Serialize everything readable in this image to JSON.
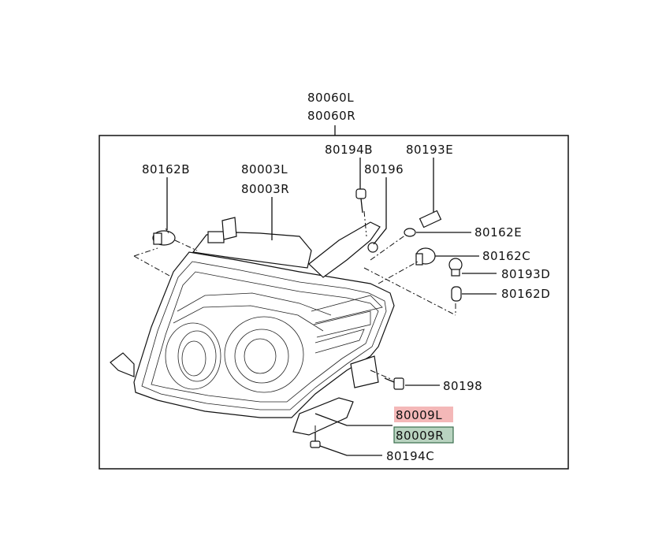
{
  "diagram": {
    "labels": {
      "top_l": "80060L",
      "top_r": "80060R",
      "p80162B": "80162B",
      "p80003L": "80003L",
      "p80003R": "80003R",
      "p80194B": "80194B",
      "p80196": "80196",
      "p80193E": "80193E",
      "p80162E": "80162E",
      "p80162C": "80162C",
      "p80193D": "80193D",
      "p80162D": "80162D",
      "p80198": "80198",
      "p80009L": "80009L",
      "p80009R": "80009R",
      "p80194C": "80194C"
    },
    "highlight_colors": {
      "left": "#f4b8b8",
      "right": "#b9d3c0",
      "right_border": "#3a6e4e"
    }
  }
}
